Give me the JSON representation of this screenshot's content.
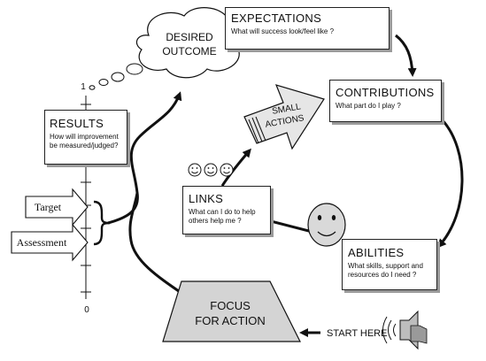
{
  "expectations": {
    "title": "EXPECTATIONS",
    "subtitle": "What will success look/feel like ?"
  },
  "desired_outcome": {
    "line1": "DESIRED",
    "line2": "OUTCOME"
  },
  "contributions": {
    "title": "CONTRIBUTIONS",
    "subtitle": "What part do I play ?"
  },
  "small_actions": {
    "line1": "SMALL",
    "line2": "ACTIONS"
  },
  "results": {
    "title": "RESULTS",
    "line1": "How will improvement",
    "line2": "be measured/judged?"
  },
  "scale": {
    "top": "1",
    "bottom": "0"
  },
  "target_label": "Target",
  "assessment_label": "Assessment",
  "links": {
    "title": "LINKS",
    "line1": "What can I do to help",
    "line2": "others help me ?"
  },
  "abilities": {
    "title": "ABILITIES",
    "line1": "What skills, support and",
    "line2": "resources do I need ?"
  },
  "focus": {
    "line1": "FOCUS",
    "line2": "FOR ACTION"
  },
  "start_here": "START HERE",
  "colors": {
    "line": "#111111",
    "shadow": "#9a9a9a",
    "arrow_fill": "#d9d9d9"
  }
}
